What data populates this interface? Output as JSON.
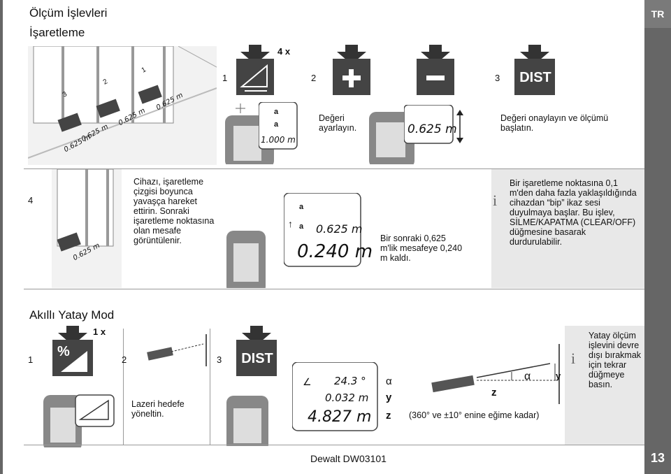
{
  "header": {
    "lang": "TR",
    "title": "Ölçüm İşlevleri",
    "subtitle": "İşaretleme"
  },
  "top": {
    "press_count": "4 x",
    "step1": "1",
    "step2": "2",
    "step3": "3",
    "adjust_text": "Değeri ayarlayın.",
    "confirm_text": "Değeri onaylayın ve ölçümü başlatın.",
    "dist_label": "DIST",
    "lcd_a1": "a",
    "lcd_a2": "a",
    "lcd_value": "1.000 m",
    "lcd_adjust_value": "0.625 m",
    "marks": [
      "0.625 m",
      "0.625 m",
      "0.625 m",
      "0.625 m"
    ],
    "mark_nums": [
      "3",
      "2",
      "1"
    ]
  },
  "mid": {
    "step4": "4",
    "move_text": "Cihazı, işaretleme çizgisi boyunca yavaşça hareket ettirin. Sonraki işaretleme noktasına olan mesafe görüntülenir.",
    "mark": "0.625 m",
    "lcd_a1": "a",
    "lcd_a2": "a",
    "lcd_small": "0.625 m",
    "lcd_big": "0.240 m",
    "remaining_text": "Bir sonraki 0,625 m'lik mesafeye 0,240 m kaldı.",
    "info_icon": "i",
    "info_text": "Bir işaretleme noktasına 0,1 m'den daha fazla yaklaşıldığında cihazdan “bip” ikaz sesi duyulmaya başlar. Bu işlev, SİLME/KAPATMA (CLEAR/OFF) düğmesine basarak durdurulabilir."
  },
  "bottom": {
    "title": "Akıllı Yatay Mod",
    "press_count": "1 x",
    "step1": "1",
    "step2": "2",
    "step3": "3",
    "percent_label": "%",
    "aim_text": "Lazeri hedefe yöneltin.",
    "dist_label": "DIST",
    "lcd_angle": "24.3 °",
    "lcd_y": "0.032 m",
    "lcd_z": "4.827 m",
    "legend_alpha": "α",
    "legend_y": "y",
    "legend_z": "z",
    "diagram_alpha": "α",
    "diagram_y": "y",
    "diagram_z": "z",
    "range_text": "(360° ve ±10° enine eğime kadar)",
    "info_icon": "i",
    "info_text": "Yatay ölçüm işlevini devre dışı bırakmak için tekrar düğmeye basın."
  },
  "footer": {
    "product": "Dewalt DW03101",
    "page": "13"
  }
}
